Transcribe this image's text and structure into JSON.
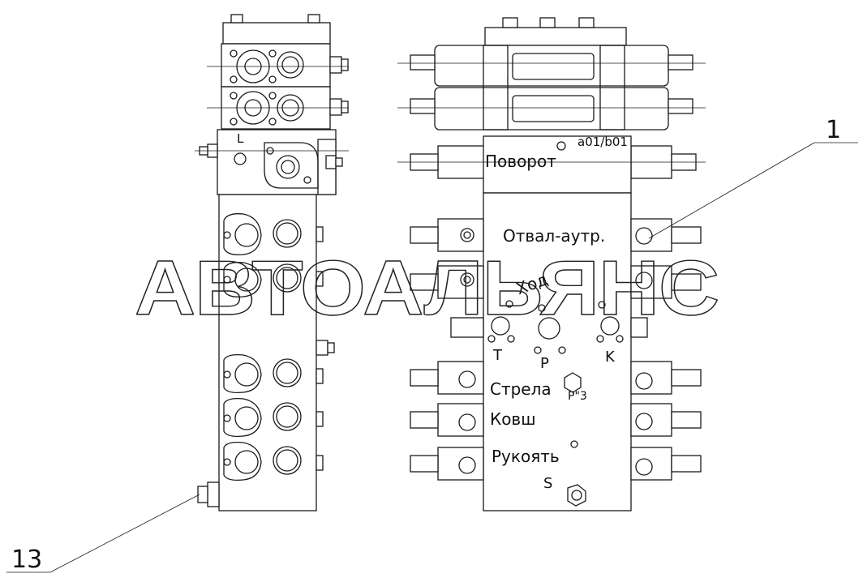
{
  "callouts": {
    "part_1": "1",
    "part_13": "13"
  },
  "ports": {
    "L": "L",
    "T": "T",
    "P": "P",
    "K": "K",
    "P3": "P\"3",
    "S": "S",
    "a01b01": "a01/b01"
  },
  "sections": {
    "rotation": "Поворот",
    "blade": "Отвал-аутр.",
    "travel": "Ход",
    "boom": "Стрела",
    "bucket": "Ковш",
    "arm": "Рукоять"
  },
  "watermark": "АВТОАЛЬЯНС",
  "colors": {
    "line": "#1a1a1a",
    "background": "#ffffff"
  }
}
